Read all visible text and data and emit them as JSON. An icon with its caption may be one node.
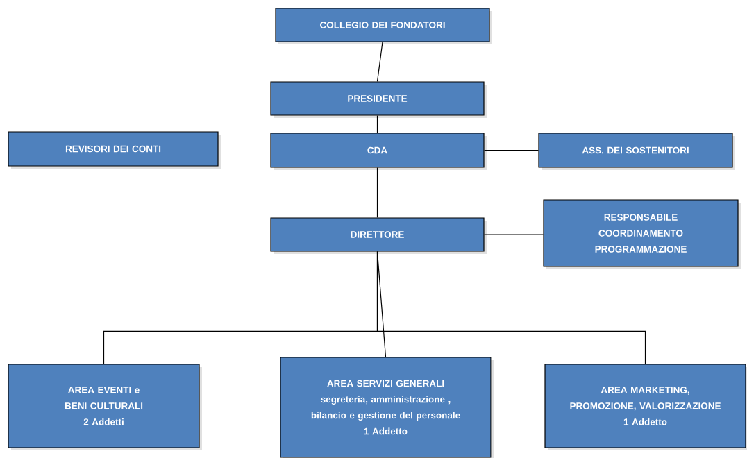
{
  "diagram": {
    "nodes": [
      {
        "text": [
          "COLLEGIO DEI FONDATORI"
        ]
      },
      {
        "text": [
          "PRESIDENTE"
        ]
      },
      {
        "text": [
          "CDA"
        ]
      },
      {
        "text": [
          "REVISORI DEI CONTI"
        ]
      },
      {
        "text": [
          "ASS. DEI SOSTENITORI"
        ]
      },
      {
        "text": [
          "DIRETTORE"
        ]
      },
      {
        "text": [
          "RESPONSABILE COORDINAMENTO PROGRAMMAZIONE"
        ]
      },
      {
        "text": [
          "AREA EVENTI e BENI CULTURALI",
          "2 Addetti"
        ]
      },
      {
        "text": [
          "AREA SERVIZI GENERALI",
          "segreteria, amministrazione , bilancio e gestione del personale",
          "1 Addetto"
        ]
      },
      {
        "text": [
          "AREA MARKETING, PROMOZIONE, VALORIZZAZIONE",
          "1 Addetto"
        ]
      }
    ],
    "edges": [
      {
        "from": 0,
        "to": 1,
        "arrow": "none"
      },
      {
        "from": 1,
        "to": 2,
        "arrow": "none"
      },
      {
        "from": 3,
        "to": 2,
        "arrow": "none"
      },
      {
        "from": 2,
        "to": 4,
        "arrow": "none"
      },
      {
        "from": 2,
        "to": 5,
        "arrow": "none"
      },
      {
        "from": 5,
        "to": 6,
        "arrow": "none"
      },
      {
        "from": 5,
        "to": 7,
        "arrow": "none"
      },
      {
        "from": 5,
        "to": 8,
        "arrow": "none"
      },
      {
        "from": 5,
        "to": 9,
        "arrow": "none"
      }
    ]
  }
}
